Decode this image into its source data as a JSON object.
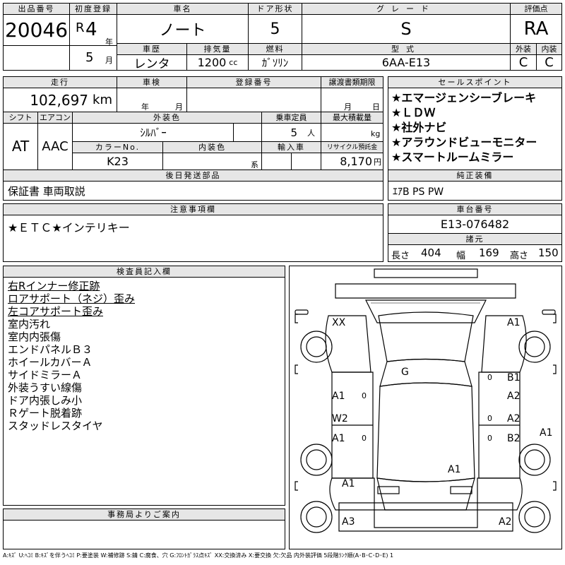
{
  "header": {
    "lot_label": "出品番号",
    "lot_value": "20046",
    "reg_label": "初度登録",
    "era": "R",
    "year": "4",
    "year_unit": "年",
    "month": "5",
    "month_unit": "月",
    "name_label": "車名",
    "name_value": "ノート",
    "history_label": "車歴",
    "history_value": "レンタ",
    "displacement_label": "排気量",
    "displacement_value": "1200",
    "displacement_unit": "cc",
    "door_label": "ドア形状",
    "door_value": "5",
    "fuel_label": "燃料",
    "fuel_value": "ｶﾞｿﾘﾝ",
    "grade_label": "グレード",
    "grade_value": "S",
    "model_label": "型式",
    "model_value": "6AA-E13",
    "score_label": "評価点",
    "score_value": "RA",
    "exterior_label": "外装",
    "exterior_value": "C",
    "interior_label": "内装",
    "interior_value": "C"
  },
  "row2": {
    "mileage_label": "走行",
    "mileage_value": "102,697",
    "mileage_unit": "km",
    "inspection_label": "車検",
    "year_unit": "年",
    "month_unit": "月",
    "regno_label": "登録番号",
    "transfer_label": "譲渡書類期限",
    "t_month": "月",
    "t_day": "日",
    "shift_label": "シフト",
    "shift_value": "AT",
    "ac_label": "エアコン",
    "ac_value": "AAC",
    "color_label": "外装色",
    "color_value": "ｼﾙﾊﾞｰ",
    "capacity_label": "乗車定員",
    "capacity_value": "5",
    "capacity_unit": "人",
    "load_label": "最大積載量",
    "load_unit": "kg",
    "colorno_label": "カラーNo.",
    "colorno_value": "K23",
    "intcolor_label": "内装色",
    "intcolor_unit": "系",
    "import_label": "輸入車",
    "recycle_label": "リサイクル預託金",
    "recycle_value": "8,170",
    "recycle_unit": "円"
  },
  "sales_points": {
    "label": "セールスポイント",
    "items": [
      "★エマージェンシーブレーキ",
      "★ＬＤＷ",
      "★社外ナビ",
      "★アラウンドビューモニター",
      "★スマートルームミラー"
    ]
  },
  "later": {
    "label": "後日発送部品",
    "value": "保証書 車両取説"
  },
  "equipment": {
    "label": "純正装備",
    "value": "ｴｱB PS PW"
  },
  "notes": {
    "label": "注意事項欄",
    "value": "★ＥＴＣ★インテリキー"
  },
  "chassis": {
    "label": "車台番号",
    "value": "E13-076482"
  },
  "dims": {
    "label": "諸元",
    "length_label": "長さ",
    "length": "404",
    "width_label": "幅",
    "width": "169",
    "height_label": "高さ",
    "height": "150"
  },
  "inspector": {
    "label": "検査員記入欄",
    "items": [
      {
        "text": "右Rインナー修正跡",
        "u": true
      },
      {
        "text": "ロアサポート（ネジ）歪み",
        "u": true
      },
      {
        "text": "左コアサポート歪み",
        "u": true
      },
      {
        "text": "室内汚れ",
        "u": false
      },
      {
        "text": "室内内張傷",
        "u": false
      },
      {
        "text": "エンドパネルＢ３",
        "u": false
      },
      {
        "text": "ホイールカバーＡ",
        "u": false
      },
      {
        "text": "サイドミラーＡ",
        "u": false
      },
      {
        "text": "外装うすい線傷",
        "u": false
      },
      {
        "text": "ドア内張しみ小",
        "u": false
      },
      {
        "text": "Ｒゲート脱着跡",
        "u": false
      },
      {
        "text": "スタッドレスタイヤ",
        "u": false
      }
    ]
  },
  "office": {
    "label": "事務局よりご案内",
    "value": ""
  },
  "diagram": {
    "marks": {
      "fl": "XX",
      "fr": "A1",
      "g": "G",
      "l1": "A1",
      "r1": "B1",
      "r2": "A2",
      "l2": "W2",
      "l3": "A1",
      "r3": "A2",
      "r4": "B2",
      "rside": "A1",
      "rear": "A1",
      "lrear": "A1",
      "lrr": "A3",
      "rrr": "A2"
    },
    "zeros": [
      "0",
      "0",
      "0",
      "0",
      "0"
    ]
  },
  "legend": "A:ｷｽﾞ U:ﾍｺﾐ B:ｷｽﾞを伴うﾍｺﾐ P:要塗装 W:補修跡 S:錆 C:腐食、穴 G:ﾌﾛﾝﾄｶﾞﾗｽ点ｷｽﾞ XX:交換済み X:要交換 欠:欠品 内外装評価 5段階ﾗﾝｸ順(A･B･C･D･E) 1"
}
